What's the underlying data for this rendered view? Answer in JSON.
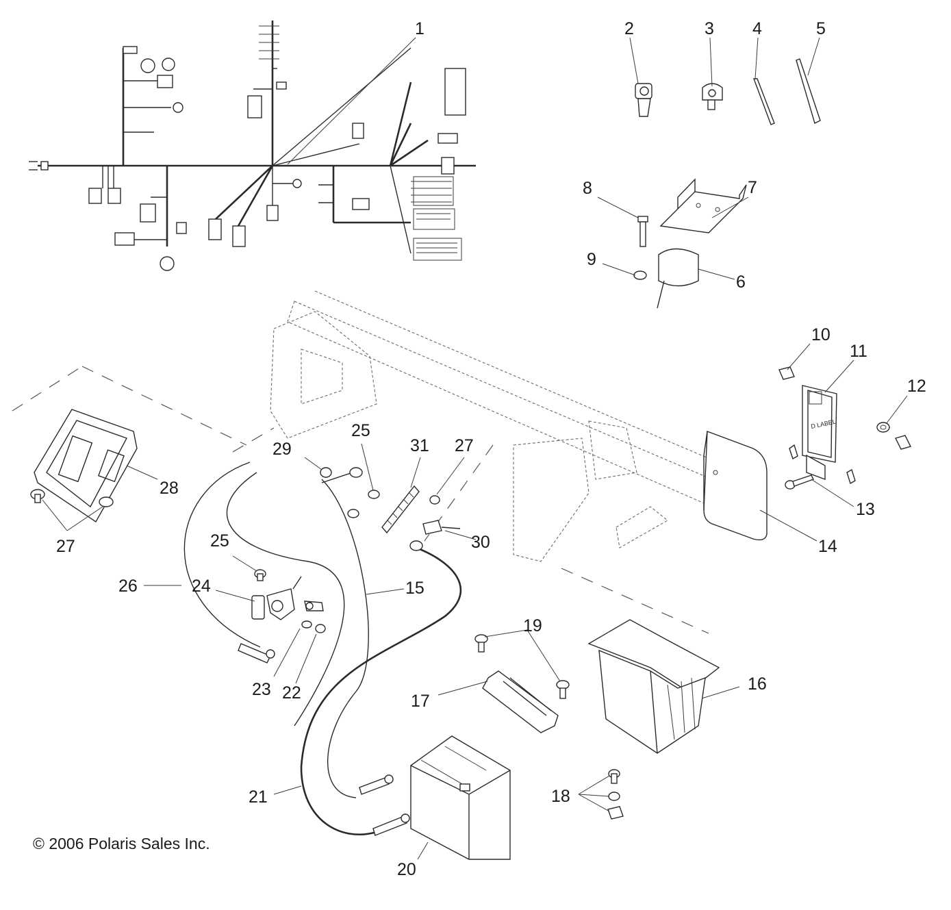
{
  "copyright": "© 2006 Polaris Sales Inc.",
  "callouts": [
    {
      "id": "1",
      "text": "1"
    },
    {
      "id": "2",
      "text": "2"
    },
    {
      "id": "3",
      "text": "3"
    },
    {
      "id": "4",
      "text": "4"
    },
    {
      "id": "5",
      "text": "5"
    },
    {
      "id": "6",
      "text": "6"
    },
    {
      "id": "7",
      "text": "7"
    },
    {
      "id": "8",
      "text": "8"
    },
    {
      "id": "9",
      "text": "9"
    },
    {
      "id": "10",
      "text": "10"
    },
    {
      "id": "11",
      "text": "11"
    },
    {
      "id": "12",
      "text": "12"
    },
    {
      "id": "13",
      "text": "13"
    },
    {
      "id": "14",
      "text": "14"
    },
    {
      "id": "15",
      "text": "15"
    },
    {
      "id": "16",
      "text": "16"
    },
    {
      "id": "17",
      "text": "17"
    },
    {
      "id": "18",
      "text": "18"
    },
    {
      "id": "19",
      "text": "19"
    },
    {
      "id": "20",
      "text": "20"
    },
    {
      "id": "21",
      "text": "21"
    },
    {
      "id": "22",
      "text": "22"
    },
    {
      "id": "23",
      "text": "23"
    },
    {
      "id": "24",
      "text": "24"
    },
    {
      "id": "25a",
      "text": "25"
    },
    {
      "id": "25b",
      "text": "25"
    },
    {
      "id": "26",
      "text": "26"
    },
    {
      "id": "27a",
      "text": "27"
    },
    {
      "id": "27b",
      "text": "27"
    },
    {
      "id": "28",
      "text": "28"
    },
    {
      "id": "29",
      "text": "29"
    },
    {
      "id": "30",
      "text": "30"
    },
    {
      "id": "31",
      "text": "31"
    }
  ],
  "ecu_label": "D LABEL"
}
